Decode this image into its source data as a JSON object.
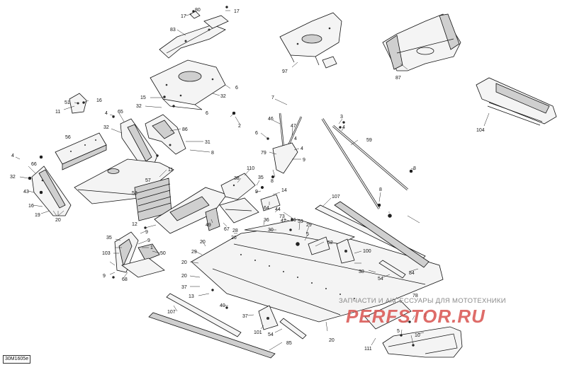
{
  "diagram": {
    "reference_code": "30M1605e",
    "watermark": {
      "text": "ЗАПЧАСТИ И АКСЕССУАРЫ ДЛЯ МОТОТЕХНИКИ",
      "logo": "PERFSTOR.RU"
    },
    "callouts": [
      "1",
      "2",
      "3",
      "4",
      "5",
      "6",
      "7",
      "8",
      "9",
      "10",
      "11",
      "12",
      "13",
      "14",
      "15",
      "16",
      "17",
      "19",
      "20",
      "26",
      "28",
      "29",
      "30",
      "31",
      "32",
      "35",
      "36",
      "37",
      "38",
      "40",
      "42",
      "43",
      "44",
      "46",
      "47",
      "49",
      "50",
      "51",
      "52",
      "53",
      "54",
      "56",
      "57",
      "58",
      "59",
      "64",
      "65",
      "66",
      "67",
      "68",
      "73",
      "78",
      "79",
      "80",
      "83",
      "84",
      "85",
      "86",
      "87",
      "97",
      "100",
      "101",
      "103",
      "104",
      "107",
      "110",
      "111"
    ]
  }
}
